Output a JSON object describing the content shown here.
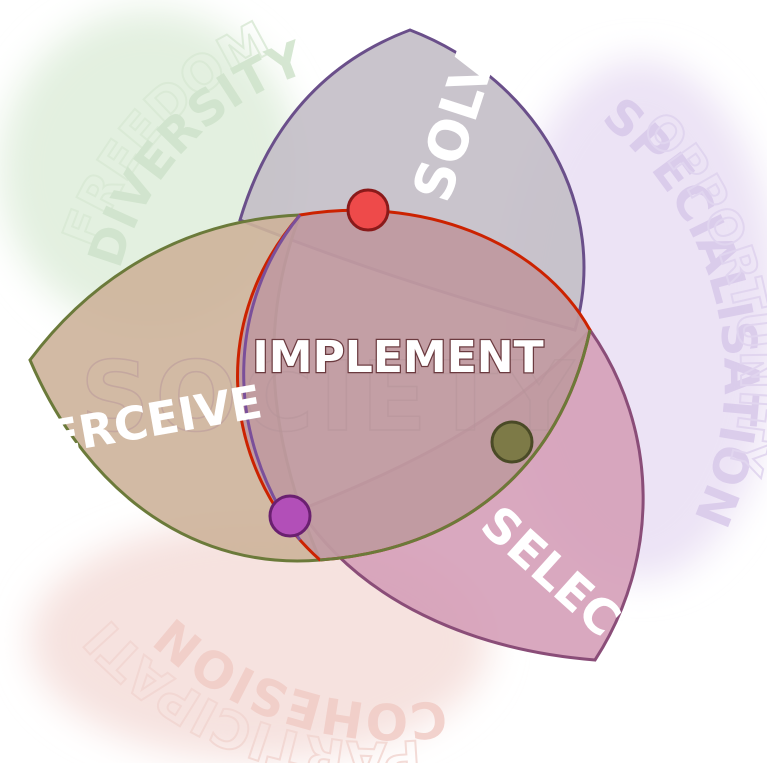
{
  "diagram": {
    "center_label": "IMPLEMENT",
    "watermark": "SOCIETY",
    "lenses": [
      {
        "id": "solve",
        "label": "SOLVE",
        "fill": "#c3bec6",
        "stroke": "#6a4f8a"
      },
      {
        "id": "perceive",
        "label": "PERCEIVE",
        "fill": "#cdb39a",
        "stroke": "#6b7a3a"
      },
      {
        "id": "select",
        "label": "SELECT",
        "fill": "#d59fb8",
        "stroke": "#8a4d78"
      },
      {
        "id": "implement",
        "label": "IMPLEMENT",
        "fill": "#c09aa0",
        "stroke": "#cc2200"
      }
    ],
    "outer_words": [
      {
        "id": "freedom",
        "text": "FREEDOM",
        "color": "#d7ead5"
      },
      {
        "id": "diversity",
        "text": "DIVERSITY",
        "color": "#c6dfc3"
      },
      {
        "id": "specialisation",
        "text": "SPECIALISATION",
        "color": "#d6c8e8"
      },
      {
        "id": "opportunity",
        "text": "OPPORTUNITY",
        "color": "#e0d5ef"
      },
      {
        "id": "cohesion",
        "text": "COHESION",
        "color": "#f0c9c3"
      },
      {
        "id": "participation",
        "text": "PARTICIPATION",
        "color": "#f4d8d3"
      }
    ],
    "nodes": [
      {
        "id": "red",
        "color": "#ee4a4a"
      },
      {
        "id": "olive",
        "color": "#7d7a47"
      },
      {
        "id": "purple",
        "color": "#b24fb8"
      }
    ]
  }
}
